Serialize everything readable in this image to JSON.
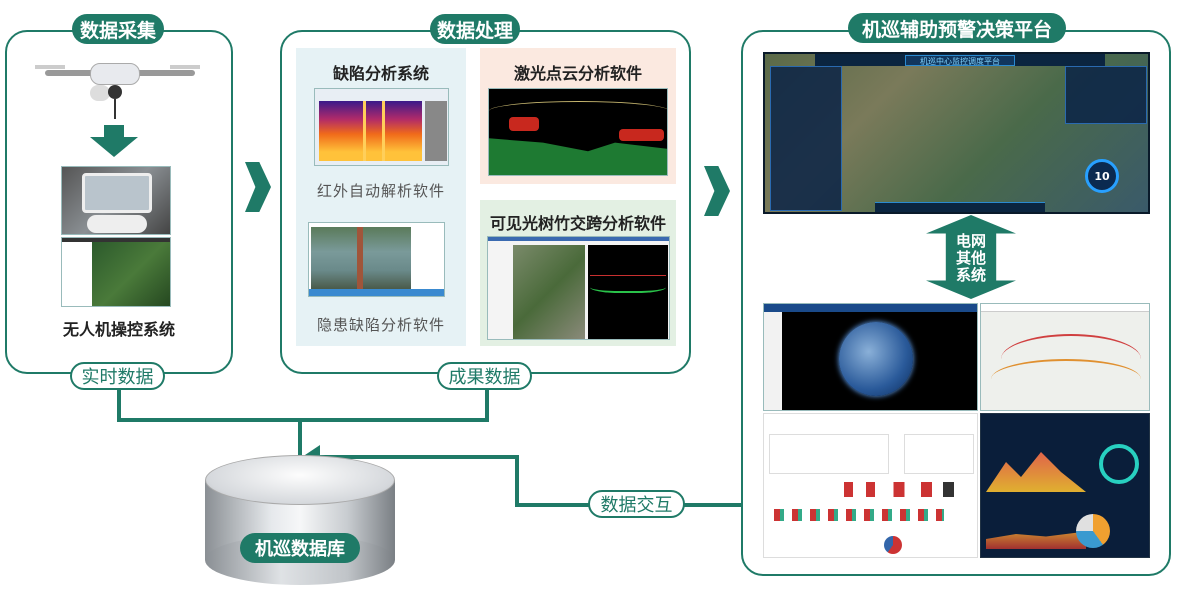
{
  "sections": {
    "collection": {
      "title": "数据采集",
      "caption": "无人机操控系统",
      "output_label": "实时数据"
    },
    "processing": {
      "title": "数据处理",
      "output_label": "成果数据",
      "panels": [
        {
          "title": "缺陷分析系统",
          "captions": [
            "红外自动解析软件",
            "隐患缺陷分析软件"
          ]
        },
        {
          "title": "激光点云分析软件"
        },
        {
          "title": "可见光树竹交跨分析软件"
        }
      ]
    },
    "platform": {
      "title": "机巡辅助预警决策平台",
      "dashboard_title": "机巡中心监控调度平台",
      "dashboard_gauge": "10",
      "exchange_arrow_label": [
        "电网",
        "其他",
        "系统"
      ]
    },
    "database": {
      "label": "机巡数据库"
    },
    "interaction_label": "数据交互"
  },
  "colors": {
    "accent": "#1f7a67",
    "panel_blue": "#e6f2f5",
    "panel_peach": "#fbe9e0",
    "panel_green": "#e3f0e3"
  }
}
